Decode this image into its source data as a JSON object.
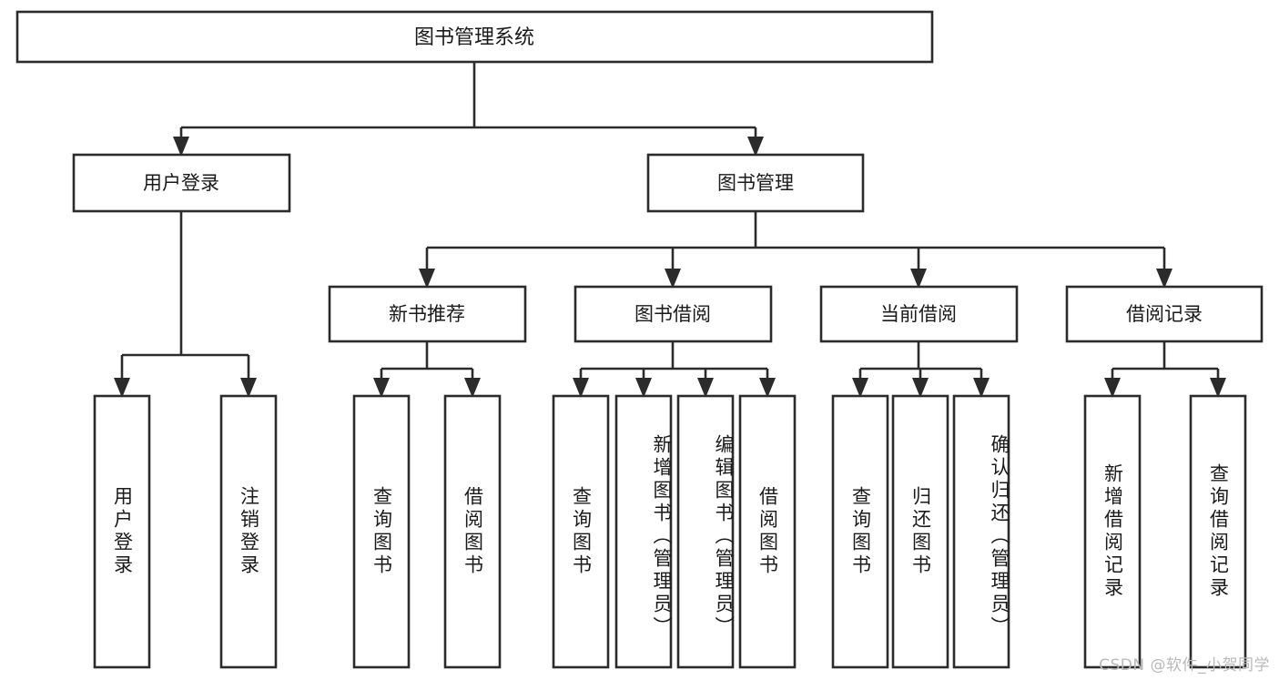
{
  "diagram": {
    "type": "tree-hierarchy",
    "orientation": "top-down",
    "root": {
      "id": "root",
      "label": "图书管理系统"
    },
    "level2": [
      {
        "id": "user-login",
        "label": "用户登录"
      },
      {
        "id": "book-management",
        "label": "图书管理"
      }
    ],
    "level3": [
      {
        "id": "new-book-recommend",
        "label": "新书推荐",
        "parent": "book-management"
      },
      {
        "id": "book-borrow",
        "label": "图书借阅",
        "parent": "book-management"
      },
      {
        "id": "current-borrow",
        "label": "当前借阅",
        "parent": "book-management"
      },
      {
        "id": "borrow-record",
        "label": "借阅记录",
        "parent": "book-management"
      }
    ],
    "leaves": {
      "user-login": [
        {
          "id": "leaf-user-login",
          "label": "用户登录"
        },
        {
          "id": "leaf-user-logout",
          "label": "注销登录"
        }
      ],
      "new-book-recommend": [
        {
          "id": "leaf-query-book-1",
          "label": "查询图书"
        },
        {
          "id": "leaf-borrow-book-1",
          "label": "借阅图书"
        }
      ],
      "book-borrow": [
        {
          "id": "leaf-query-book-2",
          "label": "查询图书"
        },
        {
          "id": "leaf-add-book",
          "label": "新增图书（管理员）"
        },
        {
          "id": "leaf-edit-book",
          "label": "编辑图书（管理员）"
        },
        {
          "id": "leaf-borrow-book-2",
          "label": "借阅图书"
        }
      ],
      "current-borrow": [
        {
          "id": "leaf-query-book-3",
          "label": "查询图书"
        },
        {
          "id": "leaf-return-book",
          "label": "归还图书"
        },
        {
          "id": "leaf-confirm-return",
          "label": "确认归还（管理员）"
        }
      ],
      "borrow-record": [
        {
          "id": "leaf-add-record",
          "label": "新增借阅记录"
        },
        {
          "id": "leaf-query-record",
          "label": "查询借阅记录"
        }
      ]
    }
  },
  "colors": {
    "stroke": "#2b2b2b",
    "fill": "#ffffff",
    "text": "#1a1a1a",
    "background": "#ffffff",
    "watermark": "#b9b9b9"
  },
  "watermark": {
    "text": "CSDN @软件_小贺同学"
  }
}
